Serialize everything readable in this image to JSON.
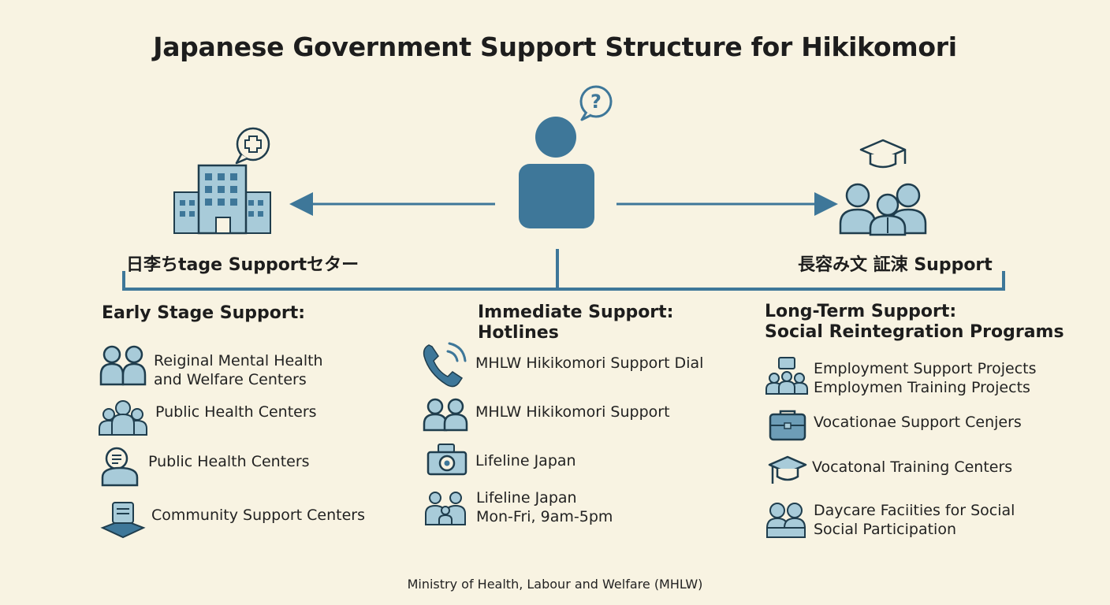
{
  "title": "Japanese Government Support Structure for Hikikomori",
  "center_node": {
    "icon": "person-with-question-icon"
  },
  "left_node": {
    "icon": "hospital-building-icon",
    "label": "日李ちtage Supportセター"
  },
  "right_node": {
    "icon": "family-graduation-icon",
    "label": "長容み文  証涑 Support"
  },
  "columns": [
    {
      "heading": [
        "Early Stage Support:"
      ],
      "items": [
        {
          "icon": "two-people-icon",
          "lines": [
            "Reiginal Mental Health",
            "and Welfare Centers"
          ]
        },
        {
          "icon": "group-icon",
          "lines": [
            "Public Health Centers"
          ]
        },
        {
          "icon": "person-chat-icon",
          "lines": [
            "Public Health Centers"
          ]
        },
        {
          "icon": "community-center-icon",
          "lines": [
            "Community Support Centers"
          ]
        }
      ]
    },
    {
      "heading": [
        "Immediate Support:",
        "Hotlines"
      ],
      "items": [
        {
          "icon": "phone-icon",
          "lines": [
            "MHLW Hikikomori Support Dial"
          ]
        },
        {
          "icon": "two-people-icon",
          "lines": [
            "MHLW Hikikomori Support"
          ]
        },
        {
          "icon": "lifeline-icon",
          "lines": [
            "Lifeline Japan"
          ]
        },
        {
          "icon": "family-icon",
          "lines": [
            "Lifeline Japan",
            "Mon-Fri, 9am-5pm"
          ]
        }
      ]
    },
    {
      "heading": [
        "Long-Term Support:",
        "Social Reintegration Programs"
      ],
      "items": [
        {
          "icon": "employment-group-icon",
          "lines": [
            "Employment Support Projects",
            "Employmen Training Projects"
          ]
        },
        {
          "icon": "briefcase-icon",
          "lines": [
            "Vocationae Support Cenjers"
          ]
        },
        {
          "icon": "graduation-cap-icon",
          "lines": [
            "Vocatonal Training Centers"
          ]
        },
        {
          "icon": "people-desk-icon",
          "lines": [
            "Daycare Faciities for Social",
            "Social Participation"
          ]
        }
      ]
    }
  ],
  "footer": "Ministry of Health, Labour and Welfare (MHLW)",
  "colors": {
    "background": "#f8f3e2",
    "primary": "#3e7799",
    "light": "#a8cbd9",
    "outline": "#1f3d4d",
    "text": "#1d1d1d"
  }
}
